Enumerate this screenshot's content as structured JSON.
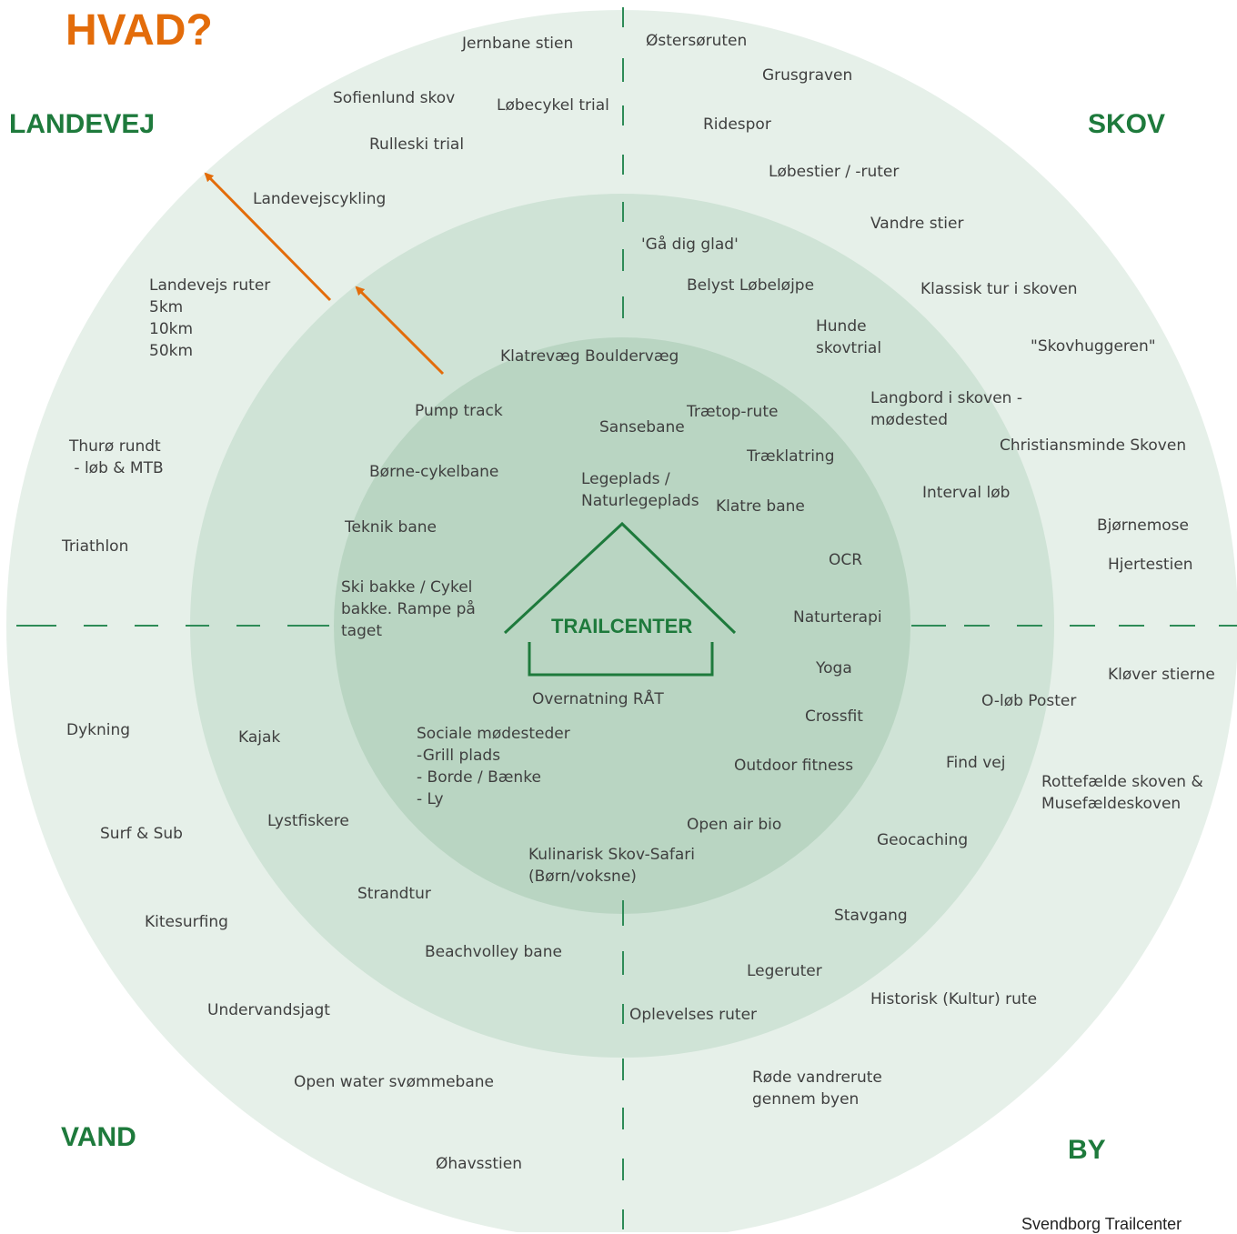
{
  "title": "HVAD?",
  "footer": "Svendborg Trailcenter",
  "center_label": "TRAILCENTER",
  "quadrants": {
    "landevej": "LANDEVEJ",
    "skov": "SKOV",
    "vand": "VAND",
    "by": "BY"
  },
  "colors": {
    "title": "#e36c0a",
    "arrow": "#e36c0a",
    "quadrant": "#1e7a3c",
    "outer_ring": "#e6f0e9",
    "middle_ring": "#cfe3d6",
    "inner_ring": "#b9d5c2",
    "divider": "#2e8b57"
  },
  "items": [
    {
      "id": "jernbane",
      "text": "Jernbane stien"
    },
    {
      "id": "sofienlund",
      "text": "Sofienlund skov"
    },
    {
      "id": "lobecykel",
      "text": "Løbecykel trial"
    },
    {
      "id": "rulleski",
      "text": "Rulleski trial"
    },
    {
      "id": "landevejscykling",
      "text": "Landevejscykling"
    },
    {
      "id": "landevejsruter",
      "text": "Landevejs ruter\n5km\n10km\n50km"
    },
    {
      "id": "thuro",
      "text": "Thurø rundt\n - løb & MTB"
    },
    {
      "id": "triathlon",
      "text": "Triathlon"
    },
    {
      "id": "ostersoruten",
      "text": "Østersøruten"
    },
    {
      "id": "grusgraven",
      "text": "Grusgraven"
    },
    {
      "id": "ridespor",
      "text": "Ridespor"
    },
    {
      "id": "lobestier",
      "text": "Løbestier / -ruter"
    },
    {
      "id": "vandrestier",
      "text": "Vandre stier"
    },
    {
      "id": "gadigglad",
      "text": "'Gå dig glad'"
    },
    {
      "id": "belyst",
      "text": "Belyst Løbeløjpe"
    },
    {
      "id": "klassisk",
      "text": "Klassisk tur i skoven"
    },
    {
      "id": "hunde",
      "text": "Hunde\nskovtrial"
    },
    {
      "id": "skovhuggeren",
      "text": "\"Skovhuggeren\""
    },
    {
      "id": "langbord",
      "text": "Langbord i skoven -\nmødested"
    },
    {
      "id": "christiansminde",
      "text": "Christiansminde Skoven"
    },
    {
      "id": "interval",
      "text": "Interval løb"
    },
    {
      "id": "bjornemose",
      "text": "Bjørnemose"
    },
    {
      "id": "hjertestien",
      "text": "Hjertestien"
    },
    {
      "id": "klatrevaeg",
      "text": "Klatrevæg Bouldervæg"
    },
    {
      "id": "pumptrack",
      "text": "Pump track"
    },
    {
      "id": "traetop",
      "text": "Trætop-rute"
    },
    {
      "id": "sansebane",
      "text": "Sansebane"
    },
    {
      "id": "traeklatring",
      "text": "Træklatring"
    },
    {
      "id": "bornecykel",
      "text": "Børne-cykelbane"
    },
    {
      "id": "legeplads",
      "text": "Legeplads /\nNaturlegeplads"
    },
    {
      "id": "klatrebane",
      "text": "Klatre bane"
    },
    {
      "id": "teknik",
      "text": "Teknik bane"
    },
    {
      "id": "ocr",
      "text": "OCR"
    },
    {
      "id": "skibakke",
      "text": "Ski bakke / Cykel\nbakke. Rampe på\ntaget"
    },
    {
      "id": "naturterapi",
      "text": "Naturterapi"
    },
    {
      "id": "yoga",
      "text": "Yoga"
    },
    {
      "id": "overnatning",
      "text": "Overnatning RÅT"
    },
    {
      "id": "crossfit",
      "text": "Crossfit"
    },
    {
      "id": "sociale",
      "text": "Sociale mødesteder\n-Grill plads\n- Borde / Bænke\n- Ly"
    },
    {
      "id": "outdoor",
      "text": "Outdoor fitness"
    },
    {
      "id": "openairbio",
      "text": "Open air bio"
    },
    {
      "id": "kulinarisk",
      "text": "Kulinarisk Skov-Safari\n(Børn/voksne)"
    },
    {
      "id": "klover",
      "text": "Kløver stierne"
    },
    {
      "id": "olob",
      "text": "O-løb Poster"
    },
    {
      "id": "findvej",
      "text": "Find vej"
    },
    {
      "id": "rottefaelde",
      "text": "Rottefælde skoven &\nMusefældeskoven"
    },
    {
      "id": "geocaching",
      "text": "Geocaching"
    },
    {
      "id": "stavgang",
      "text": "Stavgang"
    },
    {
      "id": "legeruter",
      "text": "Legeruter"
    },
    {
      "id": "historisk",
      "text": "Historisk (Kultur) rute"
    },
    {
      "id": "oplevelses",
      "text": "Oplevelses ruter"
    },
    {
      "id": "rode",
      "text": "Røde vandrerute\ngennem byen"
    },
    {
      "id": "dykning",
      "text": "Dykning"
    },
    {
      "id": "kajak",
      "text": "Kajak"
    },
    {
      "id": "surf",
      "text": "Surf & Sub"
    },
    {
      "id": "lystfiskere",
      "text": "Lystfiskere"
    },
    {
      "id": "strandtur",
      "text": "Strandtur"
    },
    {
      "id": "kitesurfing",
      "text": "Kitesurfing"
    },
    {
      "id": "beachvolley",
      "text": "Beachvolley bane"
    },
    {
      "id": "undervandsjagt",
      "text": "Undervandsjagt"
    },
    {
      "id": "openwater",
      "text": "Open water svømmebane"
    },
    {
      "id": "ohavsstien",
      "text": "Øhavsstien"
    }
  ]
}
